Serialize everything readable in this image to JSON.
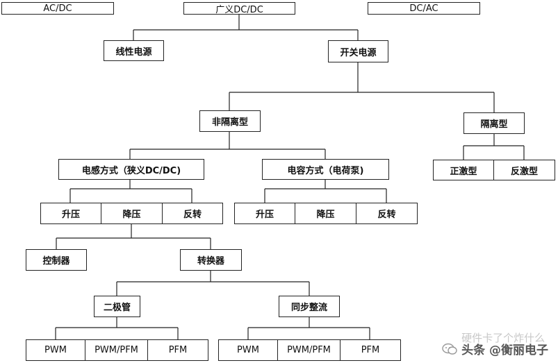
{
  "nodes": {
    "acdc": "AC/DC",
    "broad_dcdc": "广义DC/DC",
    "dcac": "DC/AC",
    "linear": "线性电源",
    "switching": "开关电源",
    "non_isolated": "非隔离型",
    "isolated": "隔离型",
    "inductive": "电感方式（狭义DC/DC)",
    "capacitive": "电容方式（电荷泵)",
    "forward": "正激型",
    "flyback": "反激型",
    "ind_boost": "升压",
    "ind_buck": "降压",
    "ind_inverting": "反转",
    "cap_boost": "升压",
    "cap_buck": "降压",
    "cap_inverting": "反转",
    "controller": "控制器",
    "converter": "转换器",
    "diode": "二极管",
    "sync_rect": "同步整流",
    "diode_pwm": "PWM",
    "diode_pwm_pfm": "PWM/PFM",
    "diode_pfm": "PFM",
    "sync_pwm": "PWM",
    "sync_pwm_pfm": "PWM/PFM",
    "sync_pfm": "PFM"
  },
  "watermark": {
    "text": "头条 @衡丽电子",
    "faint_text": "硬件卡了个炸什么",
    "icon": "wechat-icon"
  }
}
